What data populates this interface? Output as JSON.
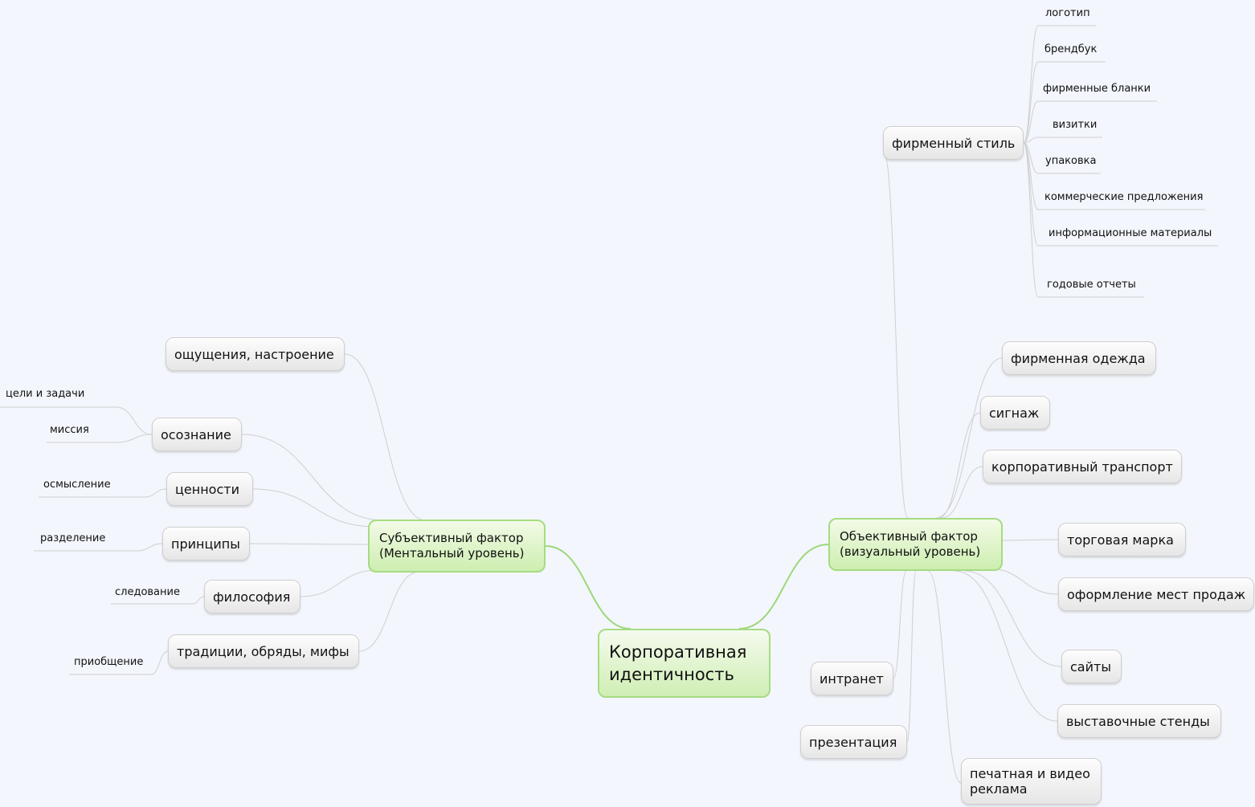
{
  "colors": {
    "background": "#f3f6fc",
    "main_link": "#9fd77a",
    "link": "#cfcfcf",
    "main_border": "#a5dc82"
  },
  "central": {
    "label": "Корпоративная идентичность"
  },
  "subjective": {
    "label": "Субъективный фактор (Ментальный уровень)",
    "topics": {
      "sensations": "ощущения, настроение",
      "awareness": "осознание",
      "values": "ценности",
      "principles": "принципы",
      "philosophy": "философия",
      "traditions": "традиции, обряды, мифы"
    },
    "leaves": {
      "goals": "цели и задачи",
      "mission": "миссия",
      "comprehension": "осмысление",
      "sharing": "разделение",
      "following": "следование",
      "involvement": "приобщение"
    }
  },
  "objective": {
    "label": "Объективный фактор (визуальный уровень)",
    "topics": {
      "corporate_style": "фирменный стиль",
      "uniform": "фирменная одежда",
      "signage": "сигнаж",
      "transport": "корпоративный транспорт",
      "trademark": "торговая марка",
      "store_design": "оформление мест продаж",
      "sites": "сайты",
      "stands": "выставочные стенды",
      "ads": "печатная и видео реклама",
      "presentation": "презентация",
      "intranet": "интранет"
    },
    "style_items": {
      "logo": "логотип",
      "brandbook": "брендбук",
      "letterheads": "фирменные бланки",
      "cards": "визитки",
      "packaging": "упаковка",
      "offers": "коммерческие предложения",
      "info": "информационные материалы",
      "reports": "годовые отчеты"
    }
  }
}
